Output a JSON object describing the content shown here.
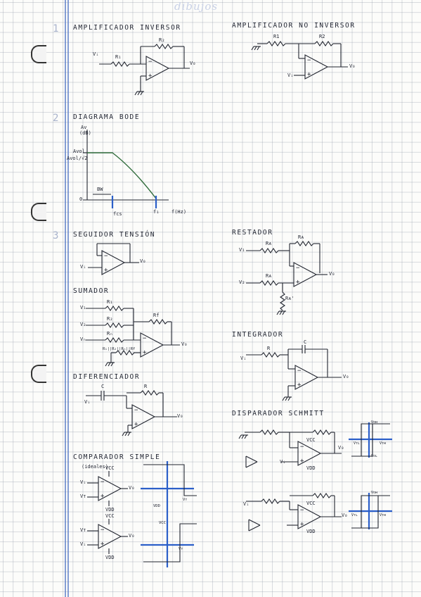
{
  "header": "dibujos",
  "section_numbers": [
    "1",
    "2",
    "3"
  ],
  "titles": {
    "inv": "AMPLIFICADOR INVERSOR",
    "noinv": "AMPLIFICADOR NO INVERSOR",
    "bode": "DIAGRAMA BODE",
    "seg": "SEGUIDOR TENSIÓN",
    "rest": "RESTADOR",
    "sum": "SUMADOR",
    "integ": "INTEGRADOR",
    "dif": "DIFERENCIADOR",
    "schmitt": "DISPARADOR SCHMITT",
    "comp": "COMPARADOR SIMPLE"
  },
  "labels": {
    "inv_vi": "Vᵢ",
    "inv_r1": "R₁",
    "inv_r2": "R₂",
    "inv_vo": "V₀",
    "ni_r1": "R1",
    "ni_r2": "R2",
    "ni_vi": "Vᵢ",
    "ni_vo": "V₀",
    "bode_y": "Av",
    "bode_y_unit": "(dB)",
    "bode_avol": "Avol",
    "bode_avol2": "Avol/√2",
    "bode_bw": "BW",
    "bode_zero": "0",
    "bode_fc": "fcs",
    "bode_f1": "f₁",
    "bode_fhz": "f(Hz)",
    "seg_vi": "Vᵢ",
    "seg_vo": "V₀",
    "rest_v1": "V₁",
    "rest_v2": "V₂",
    "rest_ra1": "Rᴀ",
    "rest_ra2": "Rᴀ",
    "rest_ra3": "Rᴀ",
    "rest_rp": "Rᴀ'",
    "rest_vo": "V₀",
    "sum_v1": "V₁",
    "sum_v2": "V₂",
    "sum_vn": "Vₙ",
    "sum_r1": "R₁",
    "sum_r2": "R₂",
    "sum_rn": "Rₙ",
    "sum_rf": "Rf",
    "sum_req": "R₁||R₂||Rₙ||Rf",
    "sum_vo": "V₀",
    "int_vi": "Vᵢ",
    "int_r": "R",
    "int_c": "C",
    "int_vo": "V₀",
    "dif_vi": "Vᵢ",
    "dif_c": "C",
    "dif_r": "R",
    "dif_vo": "V₀",
    "sch_vcc1": "VCC",
    "sch_vdd1": "VDD",
    "sch_vi1": "Vᵢ",
    "sch_vo1": "V₀",
    "sch_vcc2": "VCC",
    "sch_vdd2": "VDD",
    "sch_vi2": "Vᵢ",
    "sch_vo2": "V₀",
    "sch_g1_top": "Vᴏʜ",
    "sch_g1_vth": "Vᴛʟ",
    "sch_g1_vtl": "Vᴛʜ",
    "sch_g1_bot": "Vᴏʟ",
    "sch_g2_top": "Vᴏʜ",
    "sch_g2_vth": "Vᴛʟ",
    "sch_g2_vtl": "Vᴛʜ",
    "cmp_ideal": "(ideales)",
    "cmp_vcc1": "VCC",
    "cmp_vdd1": "VDD",
    "cmp_vi1": "Vᵢ",
    "cmp_vt1": "Vᴛ",
    "cmp_vo1": "V₀",
    "cmp_vcc2": "VCC",
    "cmp_vdd2": "VDD",
    "cmp_vt2": "Vᴛ",
    "cmp_vi2": "Vᵢ",
    "cmp_vo2": "V₀",
    "cmp_g1_vdd": "VDD",
    "cmp_g1_vt": "Vᴛ",
    "cmp_g2_vcc": "VCC",
    "cmp_g2_vt": "Vᴛ"
  },
  "footer": "",
  "colors": {
    "ink": "#20242e",
    "axis_blue": "#2b5fc9",
    "bode_curve": "#2f6b3a",
    "margin": "#5d7fc7"
  }
}
